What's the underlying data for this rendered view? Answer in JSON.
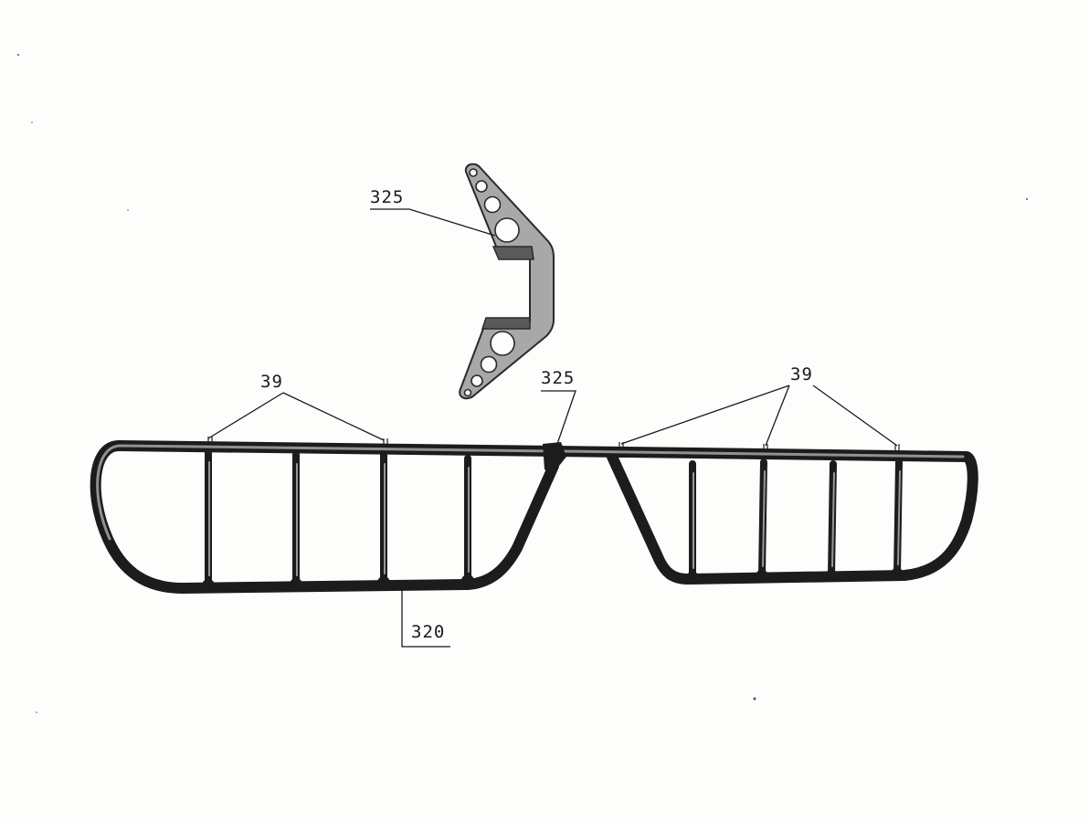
{
  "callouts": {
    "bracket_top": "325",
    "bracket_mount": "325",
    "ribs_left": "39",
    "ribs_right": "39",
    "frame": "320"
  },
  "colors": {
    "ink": "#1c1c1c",
    "paper": "#fdfdfc",
    "bracket_fill": "#a8a8a8"
  }
}
